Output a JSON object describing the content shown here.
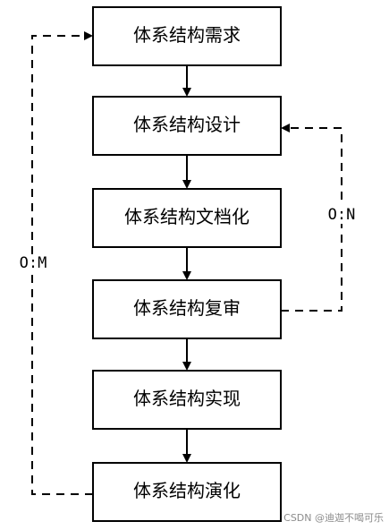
{
  "nodes": [
    {
      "id": "requirements",
      "label": "体系结构需求"
    },
    {
      "id": "design",
      "label": "体系结构设计"
    },
    {
      "id": "documentation",
      "label": "体系结构文档化"
    },
    {
      "id": "review",
      "label": "体系结构复审"
    },
    {
      "id": "implementation",
      "label": "体系结构实现"
    },
    {
      "id": "evolution",
      "label": "体系结构演化"
    }
  ],
  "loops": {
    "left": {
      "label": "O:M"
    },
    "right": {
      "label": "O:N"
    }
  },
  "watermark": "CSDN @迪迦不喝可乐"
}
